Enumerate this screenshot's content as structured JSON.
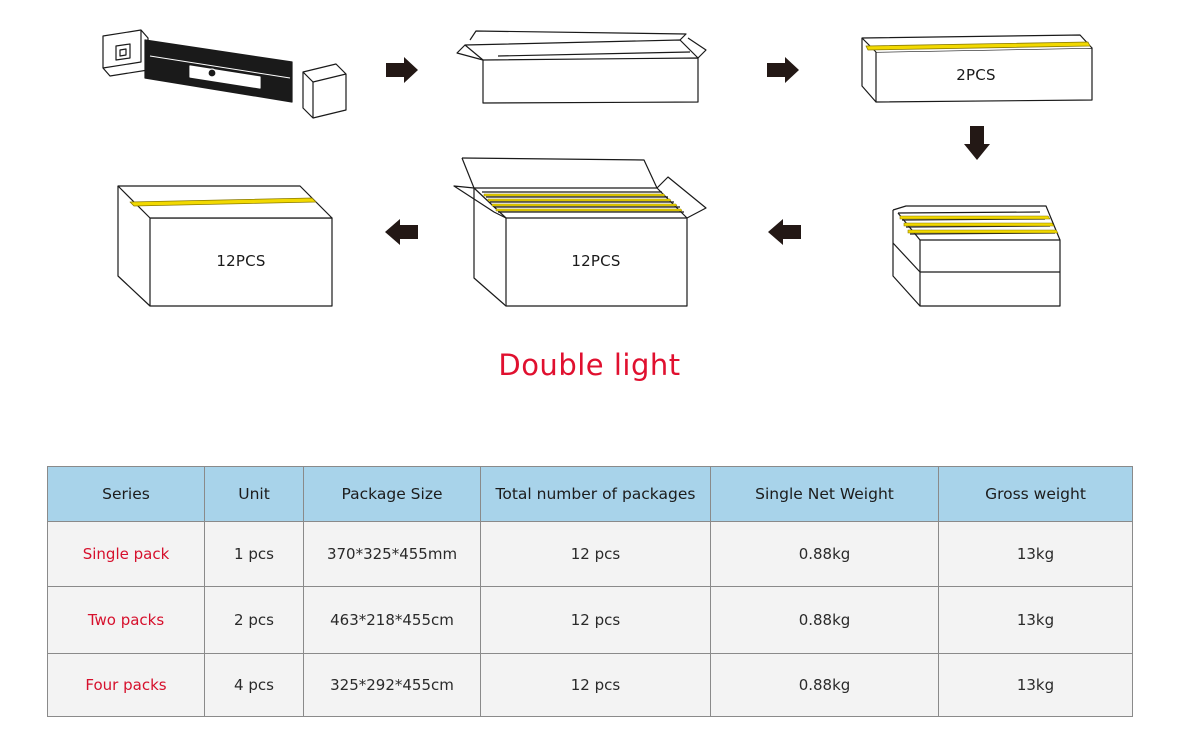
{
  "diagram": {
    "box_labels": {
      "step3": "2PCS",
      "step5": "12PCS",
      "step6": "12PCS"
    },
    "arrow_color": "#231815",
    "tape_color": "#f2d900"
  },
  "heading": "Double light",
  "table": {
    "headers": [
      "Series",
      "Unit",
      "Package Size",
      "Total number of packages",
      "Single Net Weight",
      "Gross weight"
    ],
    "rows": [
      {
        "series": "Single pack",
        "unit": "1 pcs",
        "size": "370*325*455mm",
        "total": "12 pcs",
        "net": "0.88kg",
        "gross": "13kg"
      },
      {
        "series": "Two packs",
        "unit": "2 pcs",
        "size": "463*218*455cm",
        "total": "12 pcs",
        "net": "0.88kg",
        "gross": "13kg"
      },
      {
        "series": "Four packs",
        "unit": "4 pcs",
        "size": "325*292*455cm",
        "total": "12 pcs",
        "net": "0.88kg",
        "gross": "13kg"
      }
    ],
    "header_bg": "#a8d3ea",
    "series_color": "#d6102c"
  }
}
